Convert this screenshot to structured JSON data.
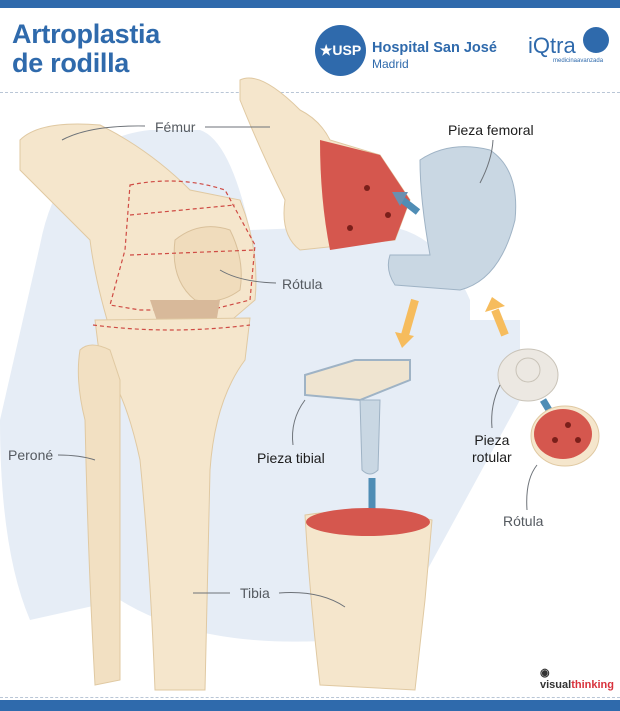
{
  "header": {
    "title_line1": "Artroplastia",
    "title_line2": "de rodilla",
    "hospital_logo_text": "★USP",
    "hospital_name": "Hospital San José",
    "hospital_city": "Madrid",
    "partner_logo": "iQtra",
    "partner_tagline": "medicinaavanzada"
  },
  "labels": {
    "femur": "Fémur",
    "rotula_knee": "Rótula",
    "perone": "Peroné",
    "tibia": "Tibia",
    "pieza_femoral": "Pieza femoral",
    "pieza_tibial": "Pieza tibial",
    "pieza_rotular_1": "Pieza",
    "pieza_rotular_2": "rotular",
    "rotula_detail": "Rótula"
  },
  "footer": {
    "credit_prefix": "visual",
    "credit_suffix": "thinking"
  },
  "colors": {
    "brand_blue": "#2f6aac",
    "bone": "#f5e6cc",
    "bone_shadow": "#ead3ad",
    "cut_red": "#cf4b44",
    "implant_metal": "#c9d7e3",
    "arrow_orange": "#f6bc5d",
    "arrow_blue": "#4f8db5",
    "bg_shape": "#e6edf6"
  }
}
